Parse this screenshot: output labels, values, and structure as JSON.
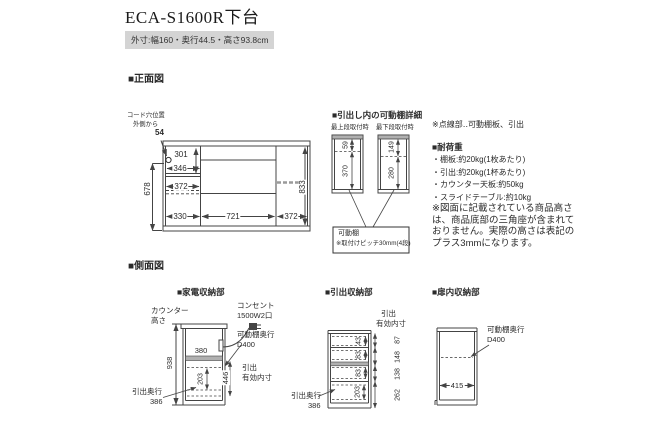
{
  "header": {
    "title": "ECA-S1600R下台",
    "outer_size": "外寸:幅160・奥行44.5・高さ93.8cm"
  },
  "front": {
    "heading": "■正面図",
    "cord_hole": {
      "line1": "コード穴位置",
      "line2": "外側から",
      "value": "54"
    },
    "dims": {
      "niche_height": "301",
      "niche_width": "346",
      "slide_width": "372",
      "hole_to_floor": "678",
      "left_width": "330",
      "center_width": "721",
      "right_width": "372",
      "door_height": "833"
    }
  },
  "shelf_detail": {
    "heading": "■引出し内の可動棚詳細",
    "top_label": "最上段取付時",
    "bottom_label": "最下段取付時",
    "top_dims": {
      "below": "370",
      "above": "59"
    },
    "bottom_dims": {
      "below": "280",
      "above": "149"
    },
    "box": {
      "line1": "可動棚",
      "line2": "※取付けピッチ30mm(4段)"
    }
  },
  "notes": {
    "dotted_note": "※点線部‥可動棚板、引出",
    "load_heading": "■耐荷重",
    "load_items": [
      "・棚板:約20kg(1枚あたり)",
      "・引出:約20kg(1杯あたり)",
      "・カウンター天板:約50kg",
      "・スライドテーブル:約10kg"
    ],
    "height_note": "※図面に記載されている商品高さは、商品底部の三角座が含まれておりません。実際の高さは表記のプラス3mmになります。"
  },
  "side": {
    "heading": "■側面図",
    "appliance": {
      "heading": "■家電収納部",
      "counter_label": {
        "line1": "カウンター",
        "line2": "高さ"
      },
      "outlet_label": {
        "line1": "コンセント",
        "line2": "1500W2口"
      },
      "shelf_label": {
        "line1": "可動棚奥行",
        "line2": "D400"
      },
      "drawer_label": {
        "line1": "引出",
        "line2": "有効内寸"
      },
      "depth_label": {
        "line1": "引出奥行",
        "line2": "386"
      },
      "dims": {
        "height": "938",
        "width": "380",
        "inner": "446",
        "drawer": "203"
      }
    },
    "drawer": {
      "heading": "■引出収納部",
      "inner_label": {
        "line1": "引出",
        "line2": "有効内寸"
      },
      "depth_label": {
        "line1": "引出奥行",
        "line2": "386"
      },
      "pocket_dims": [
        "43",
        "83",
        "83",
        "203"
      ],
      "inner_dims": [
        "87",
        "148",
        "138",
        "262"
      ]
    },
    "door": {
      "heading": "■扉内収納部",
      "shelf_label": {
        "line1": "可動棚奥行",
        "line2": "D400"
      },
      "dims": {
        "width": "415"
      }
    }
  }
}
